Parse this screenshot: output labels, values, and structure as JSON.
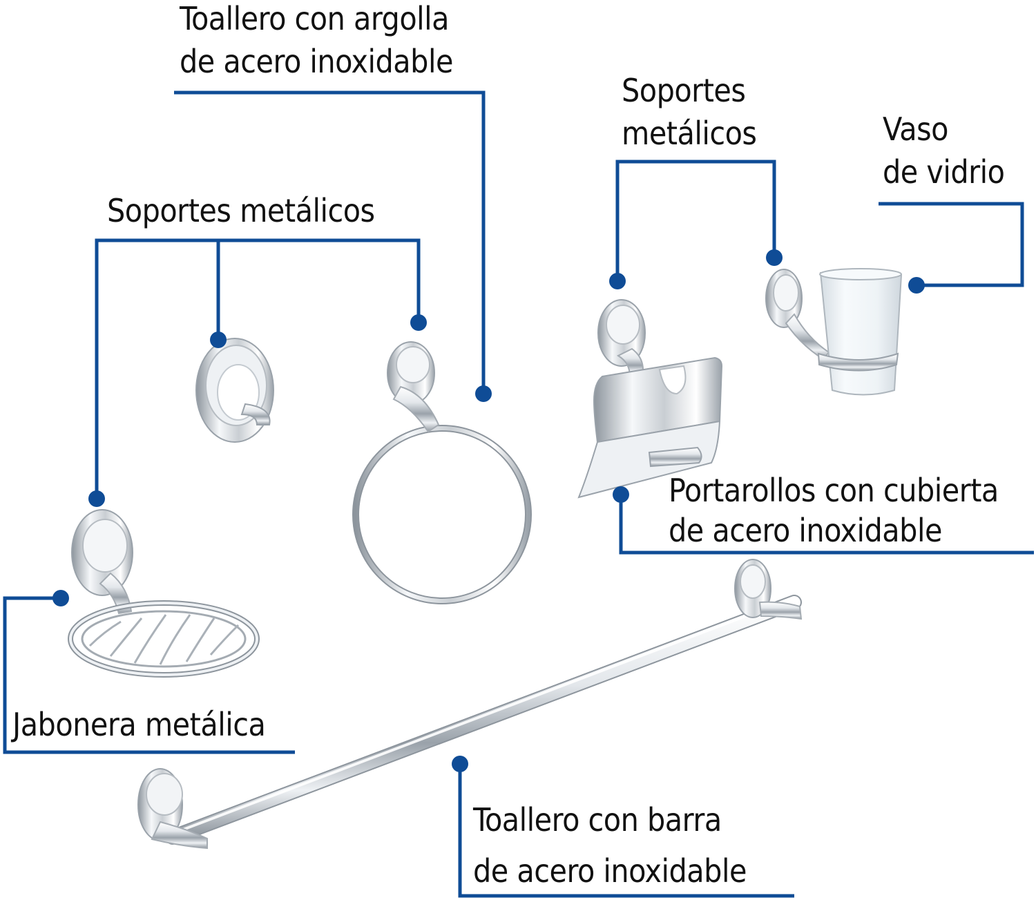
{
  "colors": {
    "leader": "#0f4c96",
    "text": "#111111",
    "chrome_light": "#f4f6f8",
    "chrome_mid": "#c4cad0",
    "chrome_dark": "#7d858d",
    "glass": "#e9eef2"
  },
  "labels": {
    "toallero_argolla": [
      "Toallero con argolla",
      "de acero inoxidable"
    ],
    "soportes_left": [
      "Soportes metálicos"
    ],
    "soportes_right": [
      "Soportes",
      "metálicos"
    ],
    "vaso": [
      "Vaso",
      "de vidrio"
    ],
    "portarollos": [
      "Portarollos con cubierta",
      "de acero inoxidable"
    ],
    "jabonera": [
      "Jabonera metálica"
    ],
    "toallero_barra": [
      "Toallero con barra",
      "de acero inoxidable"
    ]
  },
  "items": {
    "towel_ring": "towel-ring-icon",
    "wall_hook": "wall-hook-icon",
    "soap_dish": "soap-dish-icon",
    "paper_holder": "toilet-paper-holder-icon",
    "glass_holder": "glass-holder-icon",
    "towel_bar": "towel-bar-icon"
  }
}
